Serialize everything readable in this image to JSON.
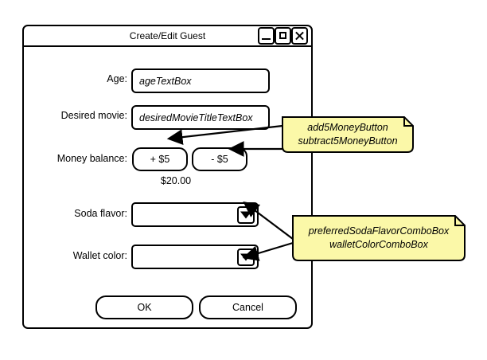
{
  "window": {
    "title": "Create/Edit Guest",
    "controls": [
      {
        "name": "minimize-button",
        "glyph": "minimize-icon"
      },
      {
        "name": "maximize-button",
        "glyph": "maximize-icon"
      },
      {
        "name": "close-button",
        "glyph": "close-icon"
      }
    ]
  },
  "form": {
    "age": {
      "label": "Age:",
      "value": "ageTextBox"
    },
    "desired_movie": {
      "label": "Desired movie:",
      "value": "desiredMovieTitleTextBox"
    },
    "money_balance": {
      "label": "Money balance:",
      "add_label": "+ $5",
      "subtract_label": "- $5",
      "balance": "$20.00"
    },
    "soda_flavor": {
      "label": "Soda flavor:",
      "value": ""
    },
    "wallet_color": {
      "label": "Wallet color:",
      "value": ""
    }
  },
  "actions": {
    "ok_label": "OK",
    "cancel_label": "Cancel"
  },
  "callouts": [
    {
      "id": "money-buttons-callout",
      "lines": [
        "add5MoneyButton",
        "subtract5MoneyButton"
      ]
    },
    {
      "id": "combo-boxes-callout",
      "lines": [
        "preferredSodaFlavorComboBox",
        "walletColorComboBox"
      ]
    }
  ],
  "colors": {
    "callout_fill": "#fbf8a8",
    "stroke": "#000000",
    "page_background": "#ffffff",
    "control_background": "#ffffff"
  }
}
